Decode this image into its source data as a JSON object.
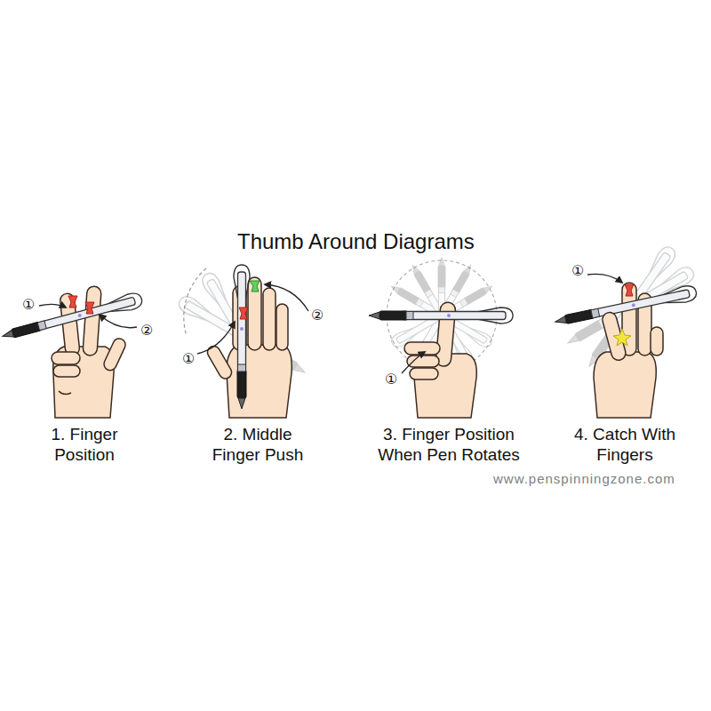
{
  "diagram": {
    "title": "Thumb Around Diagrams",
    "labels": [
      "①",
      "②",
      "1. Finger Position",
      "②",
      "①",
      "2. Middle Finger Push",
      "①",
      "3. Finger Position When Pen Rotates",
      "①",
      "4. Catch With Fingers",
      "www.penspinningzone.com"
    ]
  }
}
